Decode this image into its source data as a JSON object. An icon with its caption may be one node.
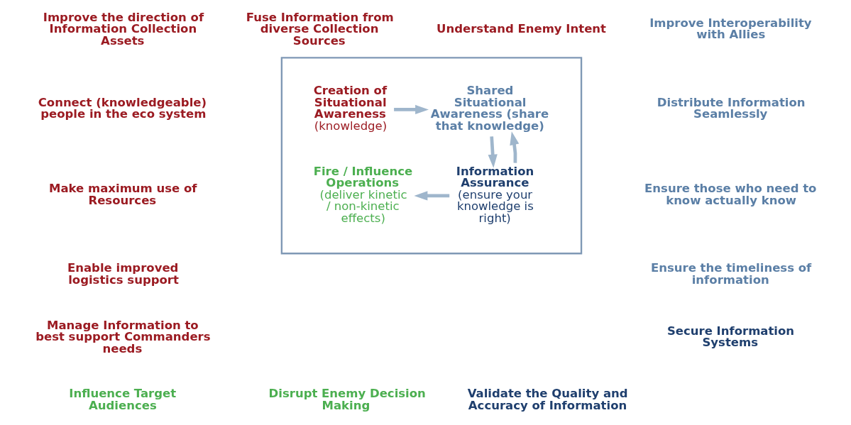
{
  "diagram": {
    "nodes": [
      {
        "text": [],
        "shape": "box"
      },
      {
        "text": [
          "Creation of Situational Awareness",
          "(knowledge)"
        ],
        "in": 0
      },
      {
        "text": [
          "Shared Situational Awareness (share that knowledge)"
        ],
        "in": 0
      },
      {
        "text": [
          "Fire / Influence Operations",
          "(deliver kinetic / non-kinetic effects)"
        ],
        "in": 0
      },
      {
        "text": [
          "Information Assurance",
          "(ensure your knowledge is right)"
        ],
        "in": 0
      }
    ],
    "edges": [
      {
        "from": 1,
        "to": 2,
        "arrow": "to"
      },
      {
        "from": 2,
        "to": 4,
        "arrow": "to"
      },
      {
        "from": 4,
        "to": 3,
        "arrow": "to"
      },
      {
        "from": 4,
        "to": 2,
        "arrow": "to"
      }
    ],
    "labels": [
      "Improve the direction of Information Collection Assets",
      "Fuse Information from diverse Collection Sources",
      "Understand Enemy Intent",
      "Improve Interoperability with Allies",
      "Connect (knowledgeable) people in the eco system",
      "Distribute Information Seamlessly",
      "Make maximum use of Resources",
      "Ensure those who need to know actually know",
      "Enable improved logistics support",
      "Ensure the timeliness of information",
      "Manage Information to best support Commanders needs",
      "Influence Target Audiences",
      "Disrupt Enemy Decision Making",
      "Validate the Quality and Accuracy of Information",
      "Secure Information Systems"
    ]
  }
}
